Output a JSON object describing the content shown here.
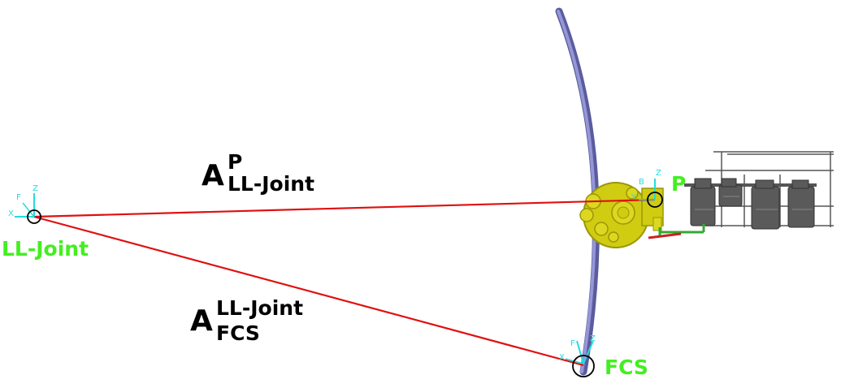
{
  "points": {
    "ll_joint": "LL-Joint",
    "p": "P",
    "fcs": "FCS"
  },
  "vectors": {
    "a_p_ll": {
      "base": "A",
      "sup": "P",
      "sub": "LL-Joint"
    },
    "a_ll_fcs": {
      "base": "A",
      "sup": "LL-Joint",
      "sub": "FCS"
    }
  },
  "axes": {
    "ll_joint": {
      "z": "Z",
      "f": "F",
      "x": "X"
    },
    "p": {
      "z": "Z",
      "b": "B",
      "y": "Y"
    },
    "fcs": {
      "f": "F",
      "z": "Z",
      "x": "X"
    }
  },
  "colors": {
    "vector_line": "#e01010",
    "point_label": "#44ee22",
    "axis": "#22dddd",
    "arc": "#7a7cc0",
    "mechanism": "#c9c610",
    "frame": "#555555"
  }
}
